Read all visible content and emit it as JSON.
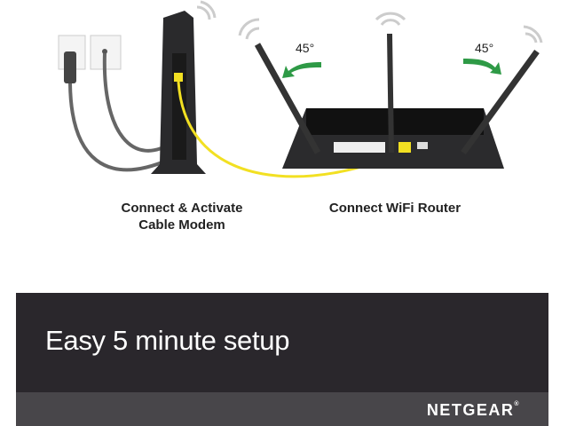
{
  "diagram": {
    "step1_line1": "Connect & Activate",
    "step1_line2": "Cable Modem",
    "step2": "Connect WiFi Router",
    "left_angle": "45°",
    "right_angle": "45°"
  },
  "banner": {
    "headline": "Easy 5 minute setup",
    "brand": "NETGEAR",
    "brand_mark": "®"
  },
  "colors": {
    "panel": "#2a272c",
    "band": "#48464a",
    "cable": "#f2e022",
    "arrow": "#2e9a46"
  }
}
